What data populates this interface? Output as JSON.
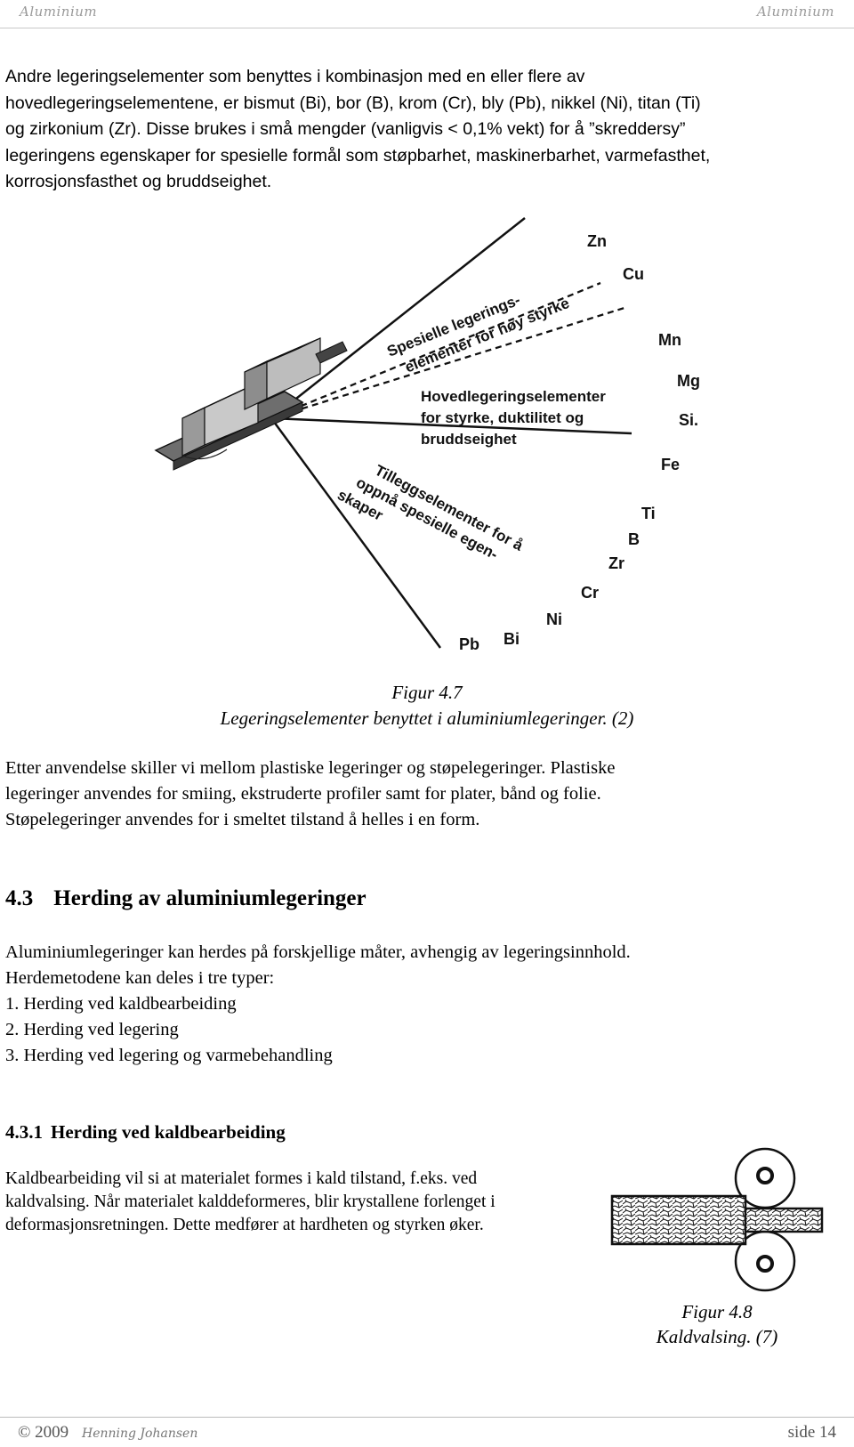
{
  "header": {
    "left_title": "Aluminium",
    "right_title": "Aluminium"
  },
  "intro_paragraph": [
    "Andre legeringselementer som benyttes i kombinasjon med en eller flere av",
    "hovedlegeringselementene, er bismut (Bi), bor (B), krom (Cr), bly (Pb), nikkel (Ni), titan (Ti)",
    "og zirkonium (Zr). Disse brukes i små mengder (vanligvis < 0,1% vekt) for å ”skreddersy”",
    "legeringens egenskaper for spesielle formål som støpbarhet, maskinerbarhet, varmefasthet,",
    "korrosjonsfasthet og bruddseighet."
  ],
  "figure_4_7": {
    "elements": {
      "zn": "Zn",
      "cu": "Cu",
      "mn": "Mn",
      "mg": "Mg",
      "si": "Si.",
      "fe": "Fe",
      "ti": "Ti",
      "b": "B",
      "zr": "Zr",
      "cr": "Cr",
      "ni": "Ni",
      "bi": "Bi",
      "pb": "Pb"
    },
    "group_special": [
      "Spesielle legerings-",
      "elementer for høy styrke"
    ],
    "group_main": [
      "Hovedlegeringselementer",
      "for styrke, duktilitet og",
      "bruddseighet"
    ],
    "group_additional": [
      "Tilleggselementer for å",
      "oppnå spesielle egen-",
      "skaper"
    ],
    "caption_number": "Figur 4.7",
    "caption_text": "Legeringselementer benyttet i aluminiumlegeringer. (2)"
  },
  "usage_paragraph": [
    "Etter anvendelse skiller vi mellom plastiske legeringer og støpelegeringer. Plastiske",
    "legeringer anvendes for smiing, ekstruderte profiler samt for plater, bånd og folie.",
    "Støpelegeringer anvendes for i smeltet tilstand å helles i en form."
  ],
  "section_4_3": {
    "number": "4.3",
    "title": "Herding av aluminiumlegeringer",
    "intro": [
      "Aluminiumlegeringer kan herdes på forskjellige måter, avhengig av legeringsinnhold.",
      "Herdemetodene kan deles i tre typer:"
    ],
    "list": [
      "1. Herding ved kaldbearbeiding",
      "2. Herding ved legering",
      "3. Herding ved legering og varmebehandling"
    ]
  },
  "section_4_3_1": {
    "number": "4.3.1",
    "title": "Herding ved kaldbearbeiding",
    "text": [
      "Kaldbearbeiding vil si at materialet formes i kald tilstand, f.eks. ved",
      "kaldvalsing. Når materialet kalddeformeres, blir krystallene forlenget i",
      "deformasjonsretningen. Dette medfører at hardheten og styrken øker."
    ]
  },
  "figure_4_8": {
    "caption_number": "Figur 4.8",
    "caption_text": "Kaldvalsing. (7)"
  },
  "footer": {
    "copyright": "© 2009",
    "author_signature": "Henning Johansen",
    "page": "side 14"
  }
}
